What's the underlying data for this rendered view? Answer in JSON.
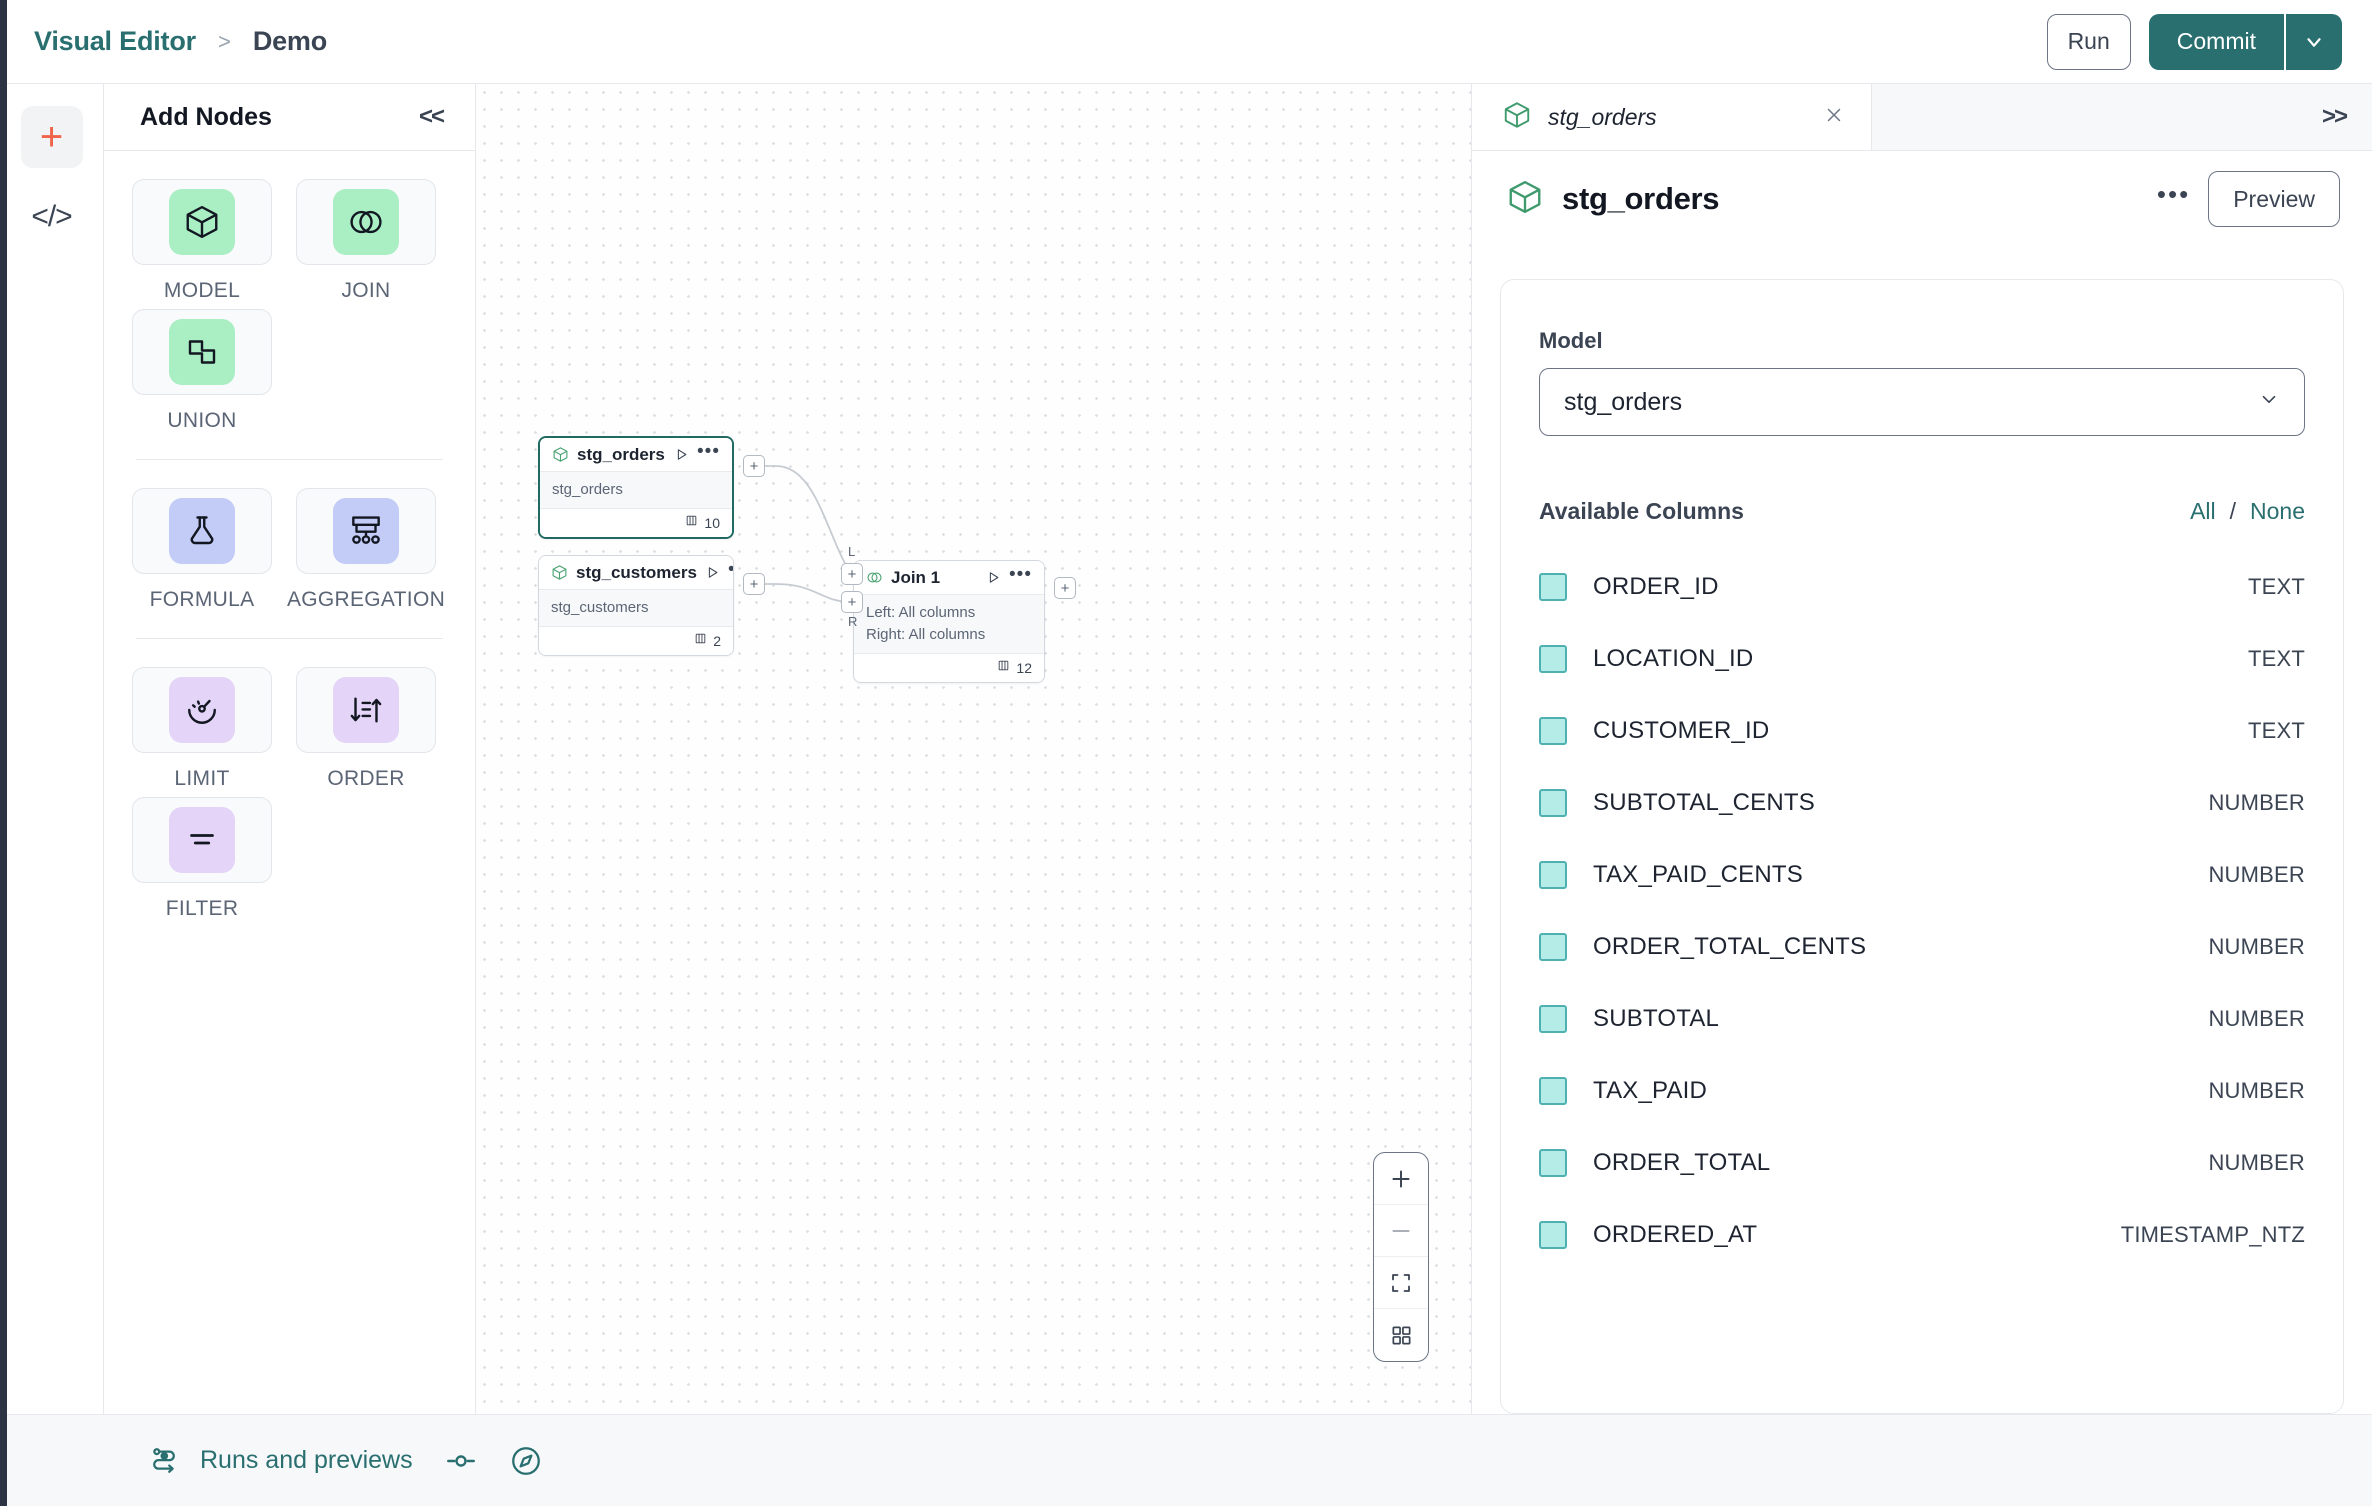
{
  "topbar": {
    "breadcrumb_root": "Visual Editor",
    "breadcrumb_sep": ">",
    "breadcrumb_current": "Demo",
    "run_label": "Run",
    "commit_label": "Commit",
    "commit_caret_icon": "chevron-down-icon"
  },
  "rail": {
    "add_icon": "plus-icon",
    "code_icon": "code-icon"
  },
  "nodes_panel": {
    "title": "Add Nodes",
    "collapse_icon": "<<",
    "groups": [
      {
        "items": [
          {
            "label": "MODEL",
            "icon": "cube-icon",
            "chip": "green"
          },
          {
            "label": "JOIN",
            "icon": "venn-icon",
            "chip": "green"
          },
          {
            "label": "UNION",
            "icon": "union-shape-icon",
            "chip": "green"
          }
        ]
      },
      {
        "items": [
          {
            "label": "FORMULA",
            "icon": "flask-icon",
            "chip": "blue"
          },
          {
            "label": "AGGREGATION",
            "icon": "aggregation-icon",
            "chip": "blue"
          }
        ]
      },
      {
        "items": [
          {
            "label": "LIMIT",
            "icon": "limit-icon",
            "chip": "purple"
          },
          {
            "label": "ORDER",
            "icon": "sort-icon",
            "chip": "purple"
          },
          {
            "label": "FILTER",
            "icon": "filter-icon",
            "chip": "purple"
          }
        ]
      }
    ]
  },
  "canvas": {
    "nodes": [
      {
        "id": "stg_orders",
        "title": "stg_orders",
        "icon": "cube-icon",
        "subtitle": "stg_orders",
        "subtitle2": "",
        "column_count": "10",
        "selected": true
      },
      {
        "id": "stg_customers",
        "title": "stg_customers",
        "icon": "cube-icon",
        "subtitle": "stg_customers",
        "subtitle2": "",
        "column_count": "2",
        "selected": false
      },
      {
        "id": "join_1",
        "title": "Join 1",
        "icon": "venn-icon",
        "subtitle": "Left: All columns",
        "subtitle2": "Right: All columns",
        "column_count": "12",
        "selected": false
      }
    ],
    "port_glyph": "+",
    "port_left_tag": "L",
    "port_right_tag": "R",
    "zoom_controls": [
      {
        "icon": "zoom-in-icon"
      },
      {
        "icon": "zoom-out-icon"
      },
      {
        "icon": "fit-view-icon"
      },
      {
        "icon": "minimap-icon"
      }
    ]
  },
  "right_panel": {
    "tab_label": "stg_orders",
    "tab_icon": "cube-icon",
    "tab_close_icon": "close-icon",
    "expand_icon": ">>",
    "panel_title": "stg_orders",
    "panel_icon": "cube-icon",
    "more_icon": "ellipsis-icon",
    "preview_label": "Preview",
    "model_field_label": "Model",
    "model_value": "stg_orders",
    "model_caret_icon": "chevron-down-icon",
    "columns_title": "Available Columns",
    "select_all_label": "All",
    "select_separator": "/",
    "select_none_label": "None",
    "columns": [
      {
        "name": "ORDER_ID",
        "type": "TEXT",
        "checked": true
      },
      {
        "name": "LOCATION_ID",
        "type": "TEXT",
        "checked": true
      },
      {
        "name": "CUSTOMER_ID",
        "type": "TEXT",
        "checked": true
      },
      {
        "name": "SUBTOTAL_CENTS",
        "type": "NUMBER",
        "checked": true
      },
      {
        "name": "TAX_PAID_CENTS",
        "type": "NUMBER",
        "checked": true
      },
      {
        "name": "ORDER_TOTAL_CENTS",
        "type": "NUMBER",
        "checked": true
      },
      {
        "name": "SUBTOTAL",
        "type": "NUMBER",
        "checked": true
      },
      {
        "name": "TAX_PAID",
        "type": "NUMBER",
        "checked": true
      },
      {
        "name": "ORDER_TOTAL",
        "type": "NUMBER",
        "checked": true
      },
      {
        "name": "ORDERED_AT",
        "type": "TIMESTAMP_NTZ",
        "checked": true
      }
    ]
  },
  "bottom_bar": {
    "runs_label": "Runs and previews",
    "runs_icon": "runs-icon",
    "toggle_icon": "toggle-icon",
    "compass_icon": "compass-icon"
  },
  "colors": {
    "brand_teal": "#2a6f70",
    "accent_orange": "#f06449",
    "chip_green": "#aaeec4",
    "chip_blue": "#c3cbf7",
    "chip_purple": "#e4d4f7",
    "checkbox_fill": "#b6ece7",
    "checkbox_border": "#4fb0b1",
    "node_selected_border": "#1f6a63"
  }
}
